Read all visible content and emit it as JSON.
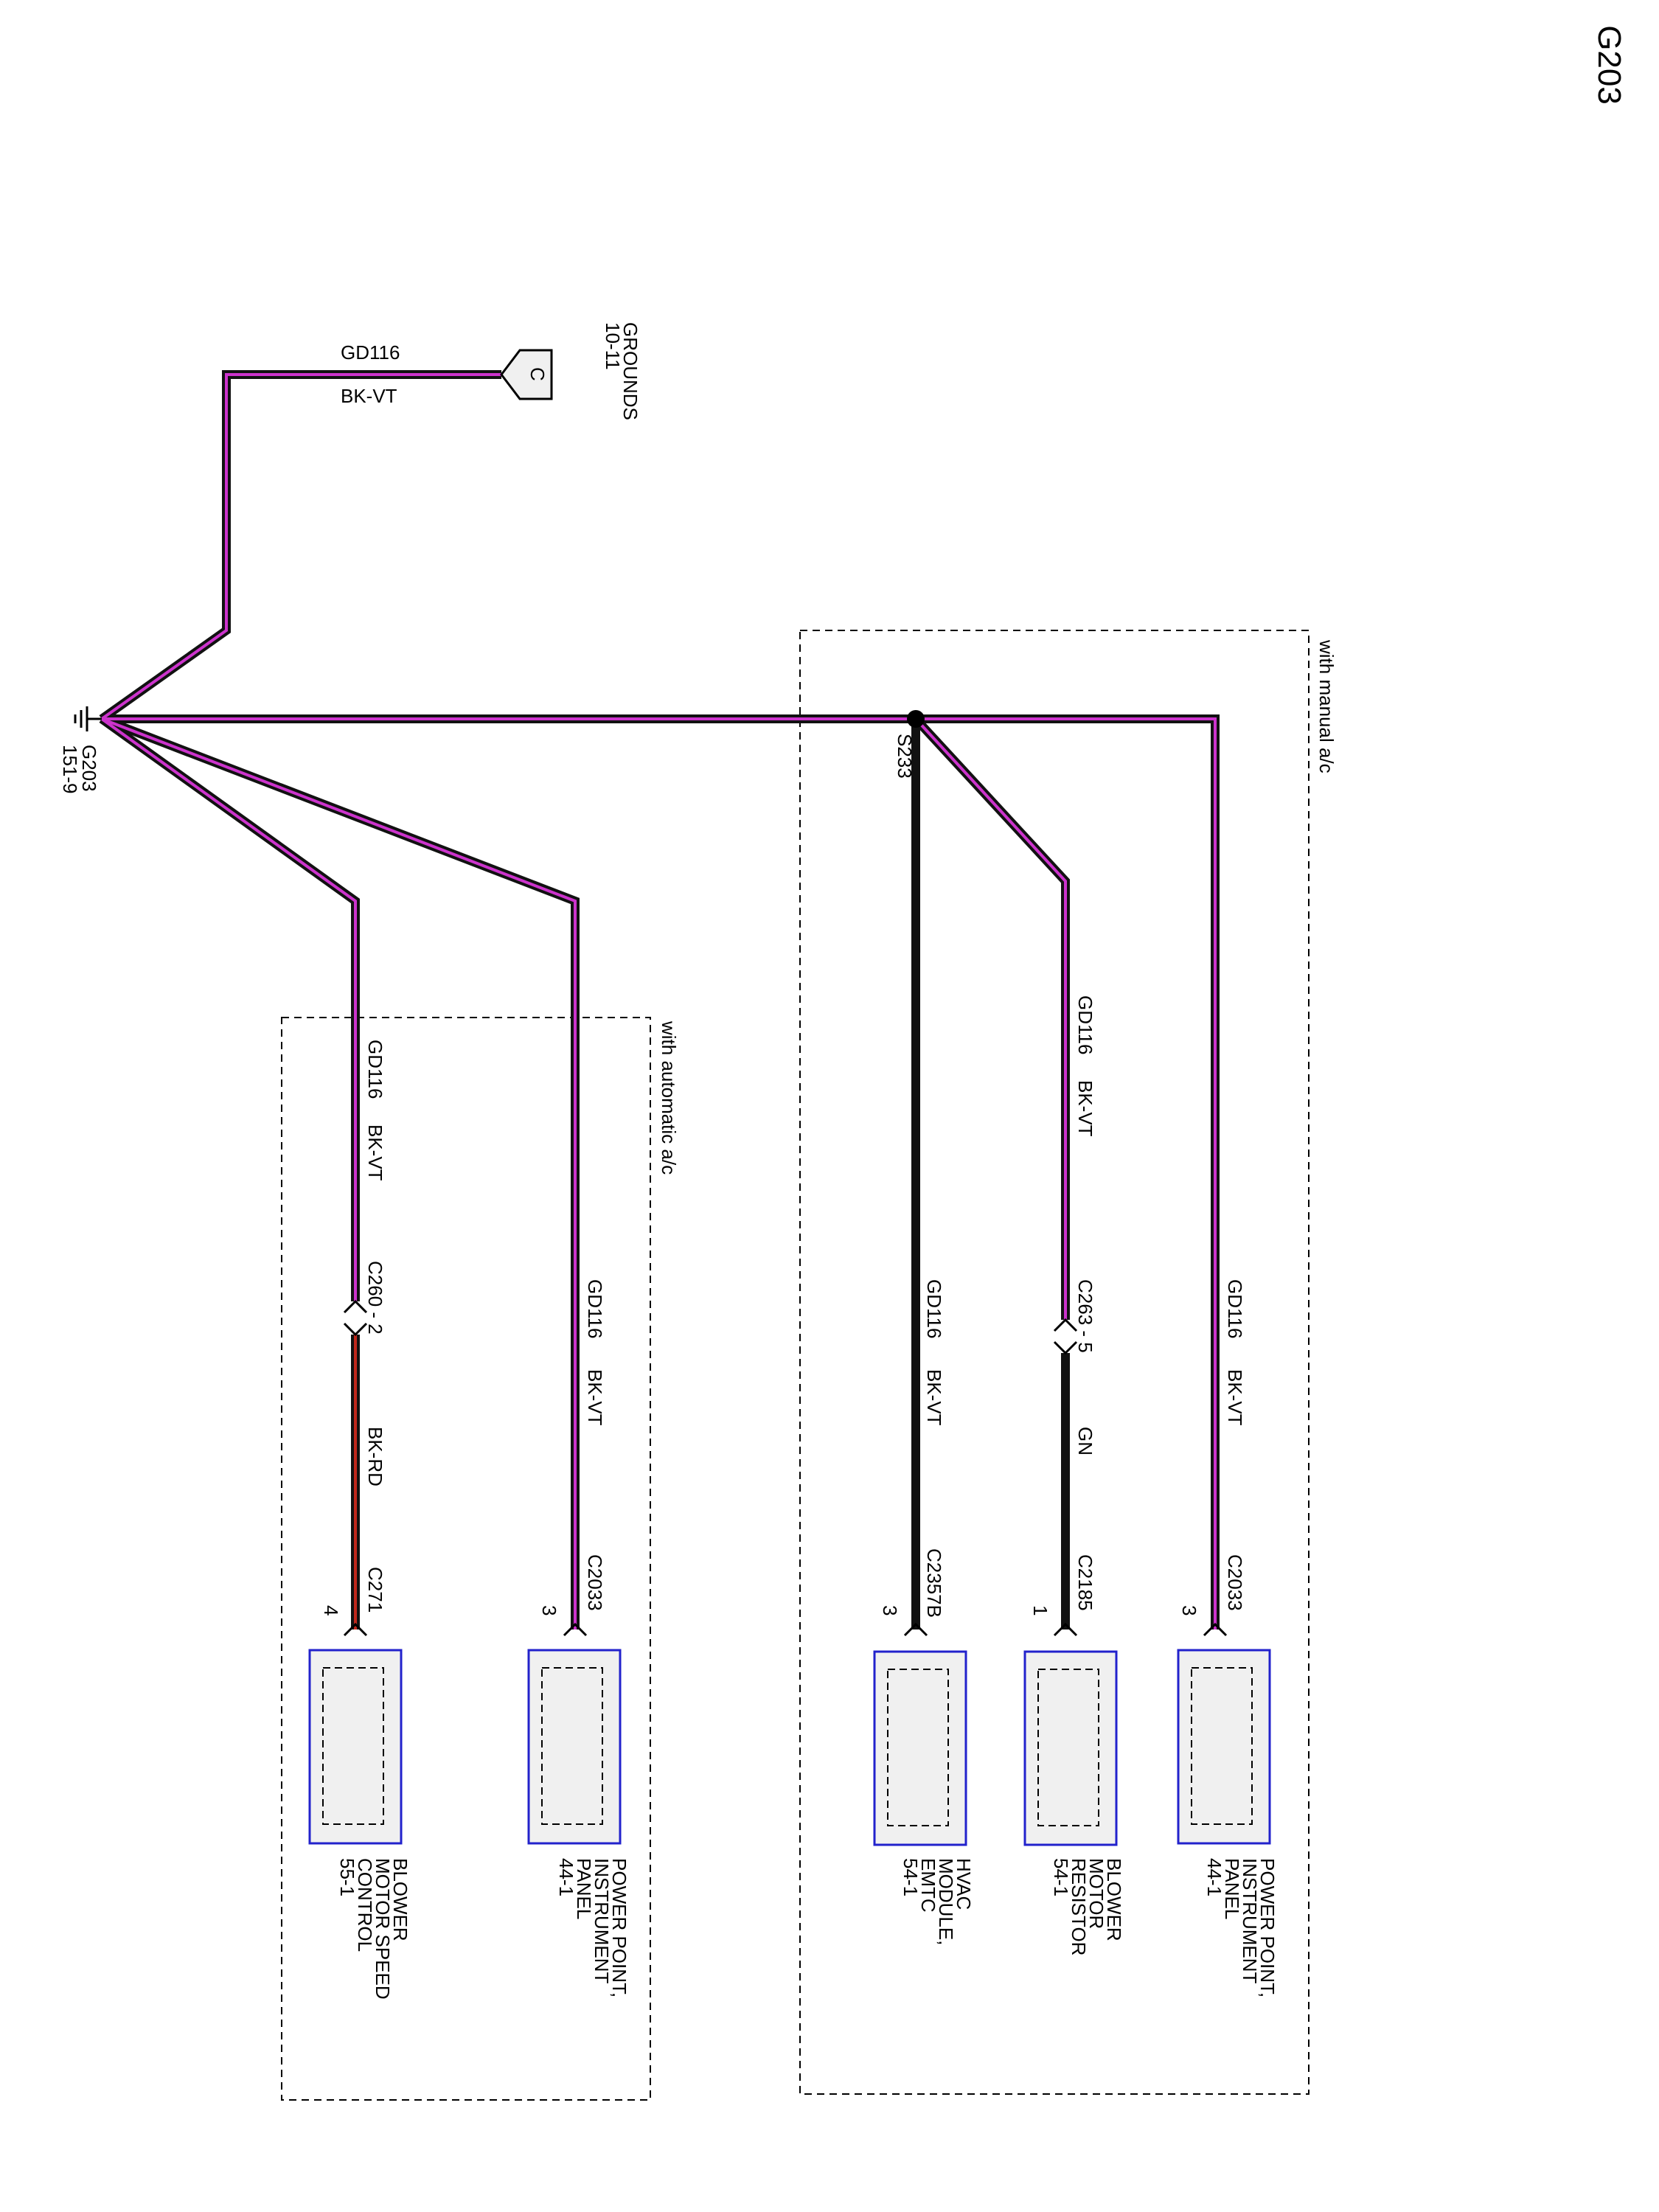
{
  "page_title": "G203",
  "ground": {
    "name": "G203",
    "ref": "151-9"
  },
  "splice": {
    "name": "S233"
  },
  "grounds_ref": {
    "title": "GROUNDS",
    "page": "10-11",
    "letter": "C"
  },
  "options": {
    "manual": "with manual a/c",
    "automatic": "with automatic a/c"
  },
  "wires": {
    "top": {
      "circuit": "GD116",
      "color": "BK-VT"
    },
    "manual_hvac": {
      "circuit": "GD116",
      "color": "BK-VT"
    },
    "manual_resistor_upper": {
      "circuit": "GD116",
      "color": "BK-VT"
    },
    "manual_resistor_lower": {
      "color": "GN"
    },
    "manual_power": {
      "circuit": "GD116",
      "color": "BK-VT"
    },
    "auto_power": {
      "circuit": "GD116",
      "color": "BK-VT"
    },
    "auto_blower_upper": {
      "circuit": "GD116",
      "color": "BK-VT"
    },
    "auto_blower_lower": {
      "color": "BK-RD"
    }
  },
  "inline_connectors": {
    "c263": "C263 - 5",
    "c260": "C260 - 2"
  },
  "components": {
    "hvac": {
      "connector": "C2357B",
      "pin": "3",
      "name_lines": [
        "HVAC",
        "MODULE,",
        "EMTC"
      ],
      "ref": "54-1"
    },
    "resistor": {
      "connector": "C2185",
      "pin": "1",
      "name_lines": [
        "BLOWER",
        "MOTOR",
        "RESISTOR"
      ],
      "ref": "54-1"
    },
    "power_manual": {
      "connector": "C2033",
      "pin": "3",
      "name_lines": [
        "POWER POINT,",
        "INSTRUMENT",
        "PANEL"
      ],
      "ref": "44-1"
    },
    "power_auto": {
      "connector": "C2033",
      "pin": "3",
      "name_lines": [
        "POWER POINT,",
        "INSTRUMENT",
        "PANEL"
      ],
      "ref": "44-1"
    },
    "blower_control": {
      "connector": "C271",
      "pin": "4",
      "name_lines": [
        "BLOWER",
        "MOTOR SPEED",
        "CONTROL"
      ],
      "ref": "55-1"
    }
  },
  "colors": {
    "wire_outer": "#111111",
    "wire_violet": "#cc33cc",
    "wire_red": "#c0281c",
    "component_fill": "#f0f0f0",
    "component_border": "#2222cc"
  }
}
